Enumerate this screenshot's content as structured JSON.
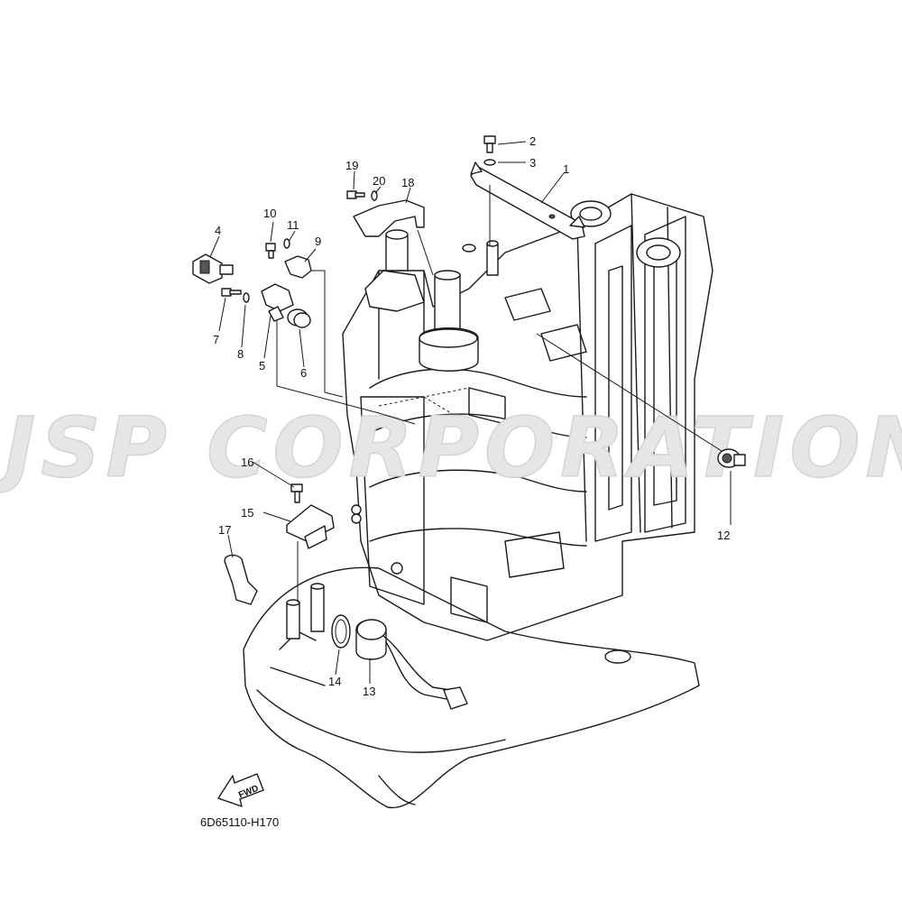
{
  "diagram": {
    "watermark_text": "JSP CORPORATION",
    "diagram_code": "6D65110-H170",
    "fwd_label": "FWD",
    "callouts": [
      {
        "id": "1",
        "text": "1"
      },
      {
        "id": "2",
        "text": "2"
      },
      {
        "id": "3",
        "text": "3"
      },
      {
        "id": "4",
        "text": "4"
      },
      {
        "id": "5",
        "text": "5"
      },
      {
        "id": "6",
        "text": "6"
      },
      {
        "id": "7",
        "text": "7"
      },
      {
        "id": "8",
        "text": "8"
      },
      {
        "id": "9",
        "text": "9"
      },
      {
        "id": "10",
        "text": "10"
      },
      {
        "id": "11",
        "text": "11"
      },
      {
        "id": "12",
        "text": "12"
      },
      {
        "id": "13",
        "text": "13"
      },
      {
        "id": "14",
        "text": "14"
      },
      {
        "id": "15",
        "text": "15"
      },
      {
        "id": "16",
        "text": "16"
      },
      {
        "id": "17",
        "text": "17"
      },
      {
        "id": "18",
        "text": "18"
      },
      {
        "id": "19",
        "text": "19"
      },
      {
        "id": "20",
        "text": "20"
      }
    ]
  }
}
